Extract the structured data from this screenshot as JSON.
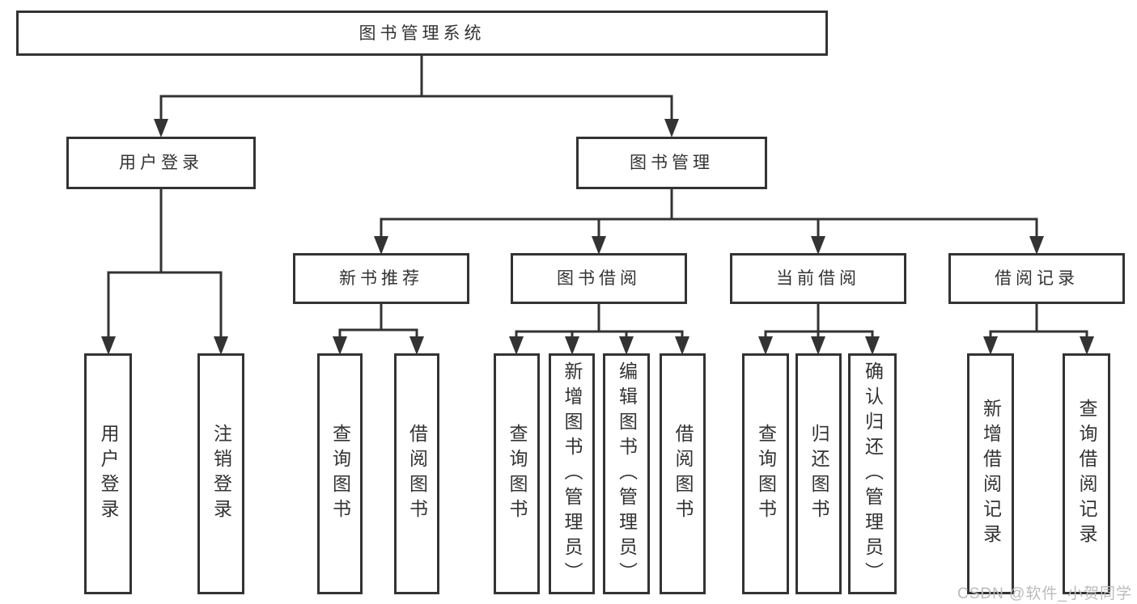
{
  "tree": {
    "label": "图书管理系统",
    "children": [
      {
        "label": "用户登录",
        "children": [
          {
            "label": "用户登录"
          },
          {
            "label": "注销登录"
          }
        ]
      },
      {
        "label": "图书管理",
        "children": [
          {
            "label": "新书推荐",
            "children": [
              {
                "label": "查询图书"
              },
              {
                "label": "借阅图书"
              }
            ]
          },
          {
            "label": "图书借阅",
            "children": [
              {
                "label": "查询图书"
              },
              {
                "label": "新增图书（管理员）"
              },
              {
                "label": "编辑图书（管理员）"
              },
              {
                "label": "借阅图书"
              }
            ]
          },
          {
            "label": "当前借阅",
            "children": [
              {
                "label": "查询图书"
              },
              {
                "label": "归还图书"
              },
              {
                "label": "确认归还（管理员）"
              }
            ]
          },
          {
            "label": "借阅记录",
            "children": [
              {
                "label": "新增借阅记录"
              },
              {
                "label": "查询借阅记录"
              }
            ]
          }
        ]
      }
    ]
  },
  "watermark": "CSDN @软件_小贺同学",
  "colors": {
    "line": "#333333",
    "box_border": "#333333",
    "text": "#333333",
    "watermark": "#bbbbbb",
    "background": "#ffffff"
  }
}
